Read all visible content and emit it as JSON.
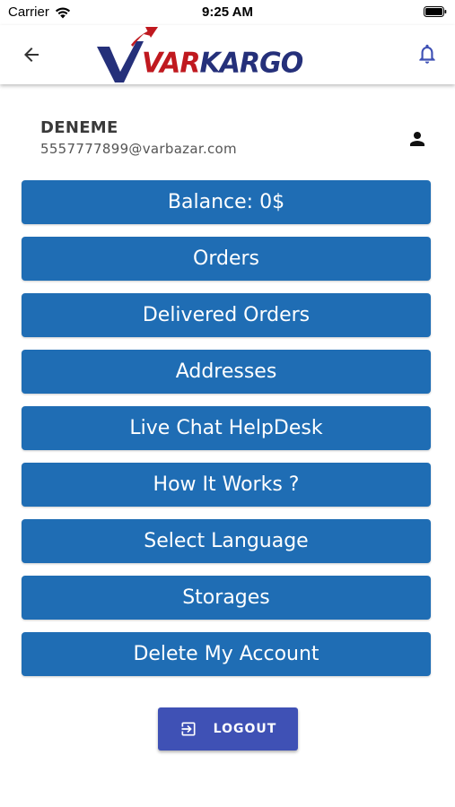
{
  "status_bar": {
    "carrier": "Carrier",
    "time": "9:25 AM",
    "wifi_icon": "wifi-icon",
    "battery_icon": "battery-icon"
  },
  "app_bar": {
    "back_icon": "arrow-left-icon",
    "logo_part1": "VAR",
    "logo_part2": "KARGO",
    "bell_icon": "bell-icon"
  },
  "user": {
    "name": "DENEME",
    "email": "5557777899@varbazar.com",
    "avatar_icon": "person-icon"
  },
  "menu": {
    "items": [
      {
        "id": "balance",
        "label": "Balance: 0$"
      },
      {
        "id": "orders",
        "label": "Orders"
      },
      {
        "id": "delivered-orders",
        "label": "Delivered Orders"
      },
      {
        "id": "addresses",
        "label": "Addresses"
      },
      {
        "id": "live-chat",
        "label": "Live Chat HelpDesk"
      },
      {
        "id": "how-it-works",
        "label": "How It Works ?"
      },
      {
        "id": "select-language",
        "label": "Select Language"
      },
      {
        "id": "storages",
        "label": "Storages"
      },
      {
        "id": "delete-account",
        "label": "Delete My Account"
      }
    ]
  },
  "logout": {
    "label": "LOGOUT",
    "icon": "logout-icon"
  },
  "colors": {
    "menu_button": "#1f6db4",
    "logout_button": "#3f51b5",
    "logo_red": "#c0191f",
    "logo_navy": "#25307a",
    "bell": "#3f51b5"
  }
}
